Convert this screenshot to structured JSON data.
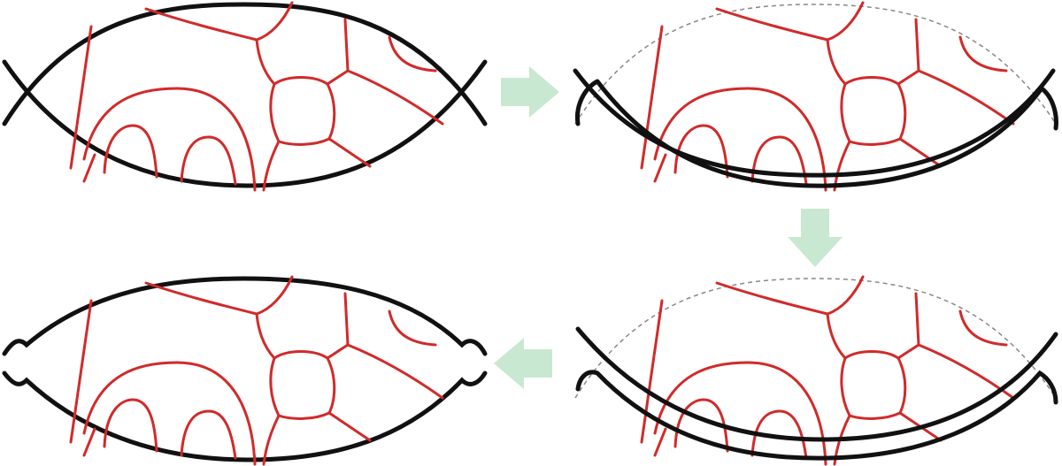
{
  "colors": {
    "boundary": "#111111",
    "network": "#d12a2a",
    "ghost_boundary": "#888888",
    "arrow": "#c9e8d1"
  },
  "arrows": [
    "arrow-right",
    "arrow-down",
    "arrow-left"
  ]
}
